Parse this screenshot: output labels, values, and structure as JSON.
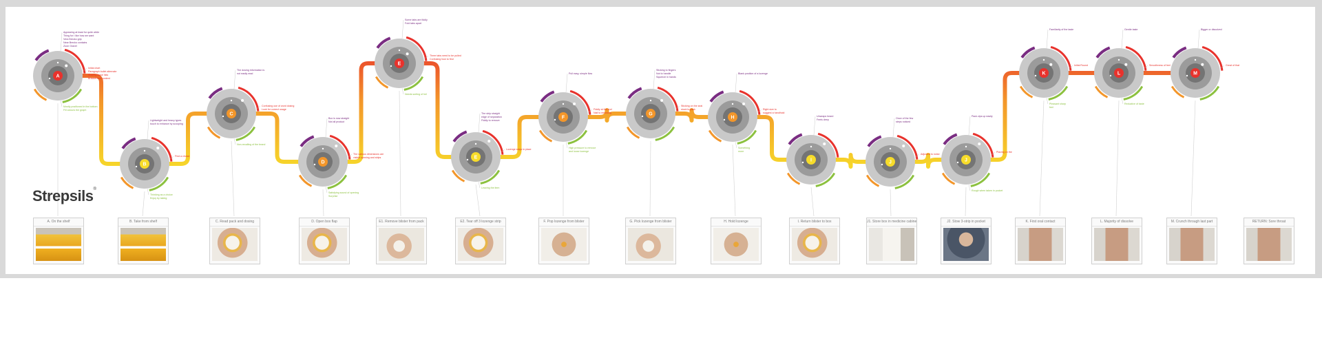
{
  "brand": {
    "name": "Strepsils"
  },
  "colors": {
    "red": "#e8322c",
    "orange": "#f3962a",
    "yellow": "#f7dc2a",
    "green": "#8cc13f",
    "purple": "#7a2d82",
    "grey_outer": "#c9c9c9",
    "grey_inner": "#9b9b9b",
    "grey_core": "#747474"
  },
  "touchpoints": [
    {
      "letter": "A",
      "color": "#e8322c",
      "level": 0.25,
      "notes_a": [
        "Appearing at least for quite while",
        "Thing for I like how we want",
        "Vera Brecko grip",
        "Near Brecko contains",
        "Zoon Gravel"
      ],
      "notes_b": [
        "Initial chart",
        "Paragraph bullet alternate",
        "Sharing loose lists",
        "Bracket text content"
      ],
      "notes_c": [
        "Mostly positioned in the bottom",
        "Fill colours the graph"
      ]
    },
    {
      "letter": "B",
      "color": "#f7dc2a",
      "level": 0.8,
      "notes_a": [
        "Lightweight and heavy types",
        "touch to enhance by scooping"
      ],
      "notes_b": [
        "Find a choice"
      ],
      "notes_c": [
        "Thinking as a choice",
        "Enjoy by taking"
      ]
    },
    {
      "letter": "C",
      "color": "#f3962a",
      "level": 0.55,
      "notes_a": [
        "The dosing information is",
        "not easily read"
      ],
      "notes_b": [
        "Confusing use of word dosing",
        "Look for correct usage"
      ],
      "notes_c": [
        "Non-recalling of the brand"
      ]
    },
    {
      "letter": "D",
      "color": "#f3962a",
      "level": 0.8,
      "notes_a": [
        "Box is now straight",
        "Not all product"
      ],
      "notes_b": [
        "The various dimensions are",
        "visible opening and strips"
      ],
      "notes_c": [
        "Satisfying sound of opening",
        "Surprise"
      ]
    },
    {
      "letter": "E",
      "color": "#e8322c",
      "level": 0.2,
      "notes_a": [
        "Some tabs are fiddly",
        "Fold tabs apart"
      ],
      "notes_b": [
        "Three tabs need to be pulled",
        "Confusing how to find"
      ],
      "notes_c": [
        "Needs sorting of foil"
      ]
    },
    {
      "letter": "E",
      "color": "#f7dc2a",
      "level": 0.8,
      "notes_a": [
        "The strip straight",
        "edge of separation",
        "Fiddly to remove"
      ],
      "notes_b": [
        "Lozenge stays in place"
      ],
      "notes_c": [
        "Leaving the item"
      ]
    },
    {
      "letter": "F",
      "color": "#f3962a",
      "level": 0.55,
      "notes_a": [
        "Pull easy, simple flow"
      ],
      "notes_b": [
        "Fiddly at the end",
        "Nail to removing"
      ],
      "notes_c": [
        "High pressure to remove",
        "and loose lozenge"
      ]
    },
    {
      "letter": "G",
      "color": "#f3962a",
      "level": 0.55,
      "notes_a": [
        "Sticking to fingers",
        "Not to handle",
        "Squeeze in hands"
      ],
      "notes_b": [
        "Sticking on the seal",
        "stuck to pack"
      ],
      "notes_c": []
    },
    {
      "letter": "H",
      "color": "#f3962a",
      "level": 0.55,
      "notes_a": [
        "Blank position of a lozenge"
      ],
      "notes_b": [
        "Right size to",
        "suggest a handhold"
      ],
      "notes_c": [
        "Something",
        "more"
      ]
    },
    {
      "letter": "I",
      "color": "#f7dc2a",
      "level": 0.8,
      "notes_a": [
        "Unwraps heard",
        "Feels deep"
      ],
      "notes_b": [],
      "notes_c": []
    },
    {
      "letter": "J",
      "color": "#f7dc2a",
      "level": 0.8,
      "notes_a": [
        "Once of the few",
        "steps noticed"
      ],
      "notes_b": [
        "Adjusted to noise"
      ],
      "notes_c": []
    },
    {
      "letter": "J",
      "color": "#f7dc2a",
      "level": 0.8,
      "notes_a": [
        "Pack zips up easily"
      ],
      "notes_b": [
        "Placing on the"
      ],
      "notes_c": [
        "Rough when taken in pocket"
      ]
    },
    {
      "letter": "K",
      "color": "#e8322c",
      "level": 0.1,
      "notes_a": [
        "Familiarity of the taste"
      ],
      "notes_b": [
        "Initial Round"
      ],
      "notes_c": [
        "Pleasant sharp",
        "feel"
      ]
    },
    {
      "letter": "L",
      "color": "#e8322c",
      "level": 0.1,
      "notes_a": [
        "Gentle taste"
      ],
      "notes_b": [
        "Smoothness of feel"
      ],
      "notes_c": [
        "Reductive of taste"
      ]
    },
    {
      "letter": "M",
      "color": "#e8322c",
      "level": 0.1,
      "notes_a": [
        "Bigger or dissolved"
      ],
      "notes_b": [
        "Great of that"
      ],
      "notes_c": []
    }
  ],
  "steps": [
    {
      "caption": "A. On the shelf",
      "photo": "shelf"
    },
    {
      "caption": "B. Take from shelf",
      "photo": "shelf"
    },
    {
      "caption": "C. Read pack and dosing",
      "photo": "pack"
    },
    {
      "caption": "D. Open box flap",
      "photo": "pack"
    },
    {
      "caption": "E1. Remove blister from pack",
      "photo": "hand"
    },
    {
      "caption": "E2. Tear off 3 lozenge strip",
      "photo": "pack"
    },
    {
      "caption": "F. Pop lozenge from blister",
      "photo": "lozenge"
    },
    {
      "caption": "G. Pick lozenge from blister",
      "photo": "hand"
    },
    {
      "caption": "H. Hold lozenge",
      "photo": "lozenge"
    },
    {
      "caption": "I. Return blister to box",
      "photo": "pack"
    },
    {
      "caption": "J1. Store box in medicine cabinet",
      "photo": "cabinet"
    },
    {
      "caption": "J2. Stow 3-strip in pocket",
      "photo": "pocket"
    },
    {
      "caption": "K. First oral contact",
      "photo": "face"
    },
    {
      "caption": "L. Majority of dissolve",
      "photo": "face"
    },
    {
      "caption": "M. Crunch through last part",
      "photo": "face"
    },
    {
      "caption": "RETURN: Sore throat",
      "photo": "face"
    }
  ]
}
